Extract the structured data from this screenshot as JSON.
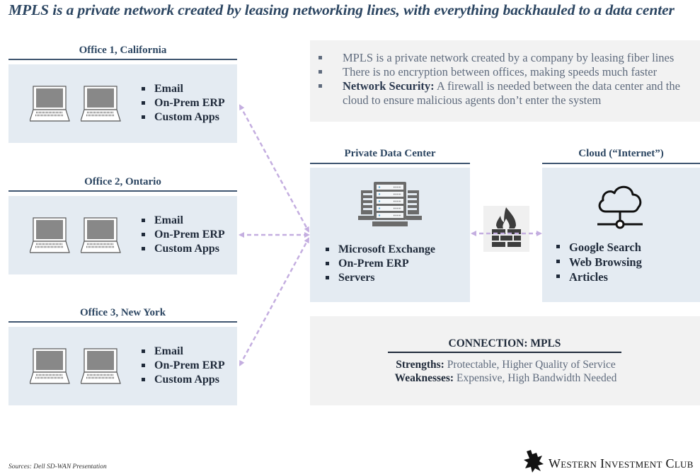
{
  "title": "MPLS is a private network created by leasing networking lines, with everything backhauled to a data center",
  "offices": [
    {
      "title": "Office 1, California",
      "items": [
        "Email",
        "On-Prem ERP",
        "Custom Apps"
      ]
    },
    {
      "title": "Office 2, Ontario",
      "items": [
        "Email",
        "On-Prem ERP",
        "Custom Apps"
      ]
    },
    {
      "title": "Office 3, New York",
      "items": [
        "Email",
        "On-Prem ERP",
        "Custom Apps"
      ]
    }
  ],
  "notes": [
    {
      "bold": "",
      "text": "MPLS is a private network created by a company by leasing fiber lines"
    },
    {
      "bold": "",
      "text": "There is no encryption between offices, making speeds much faster"
    },
    {
      "bold": "Network Security:",
      "text": " A firewall is needed between the data center and the cloud to ensure malicious agents don’t enter the system"
    }
  ],
  "data_center": {
    "title": "Private Data Center",
    "items": [
      "Microsoft Exchange",
      "On-Prem ERP",
      "Servers"
    ]
  },
  "cloud": {
    "title": "Cloud (“Internet”)",
    "items": [
      "Google Search",
      "Web Browsing",
      "Articles"
    ]
  },
  "connection": {
    "title": "CONNECTION: MPLS",
    "strengths_label": "Strengths:",
    "strengths": " Protectable, Higher Quality of Service",
    "weaknesses_label": "Weaknesses:",
    "weaknesses": " Expensive, High Bandwidth Needed"
  },
  "sources": "Sources: Dell SD-WAN Presentation",
  "logo": "Western Investment Club",
  "colors": {
    "accent": "#2c4662",
    "panel": "#e4ebf2",
    "gray_panel": "#f2f2f2",
    "arrow": "#c4aee0"
  }
}
